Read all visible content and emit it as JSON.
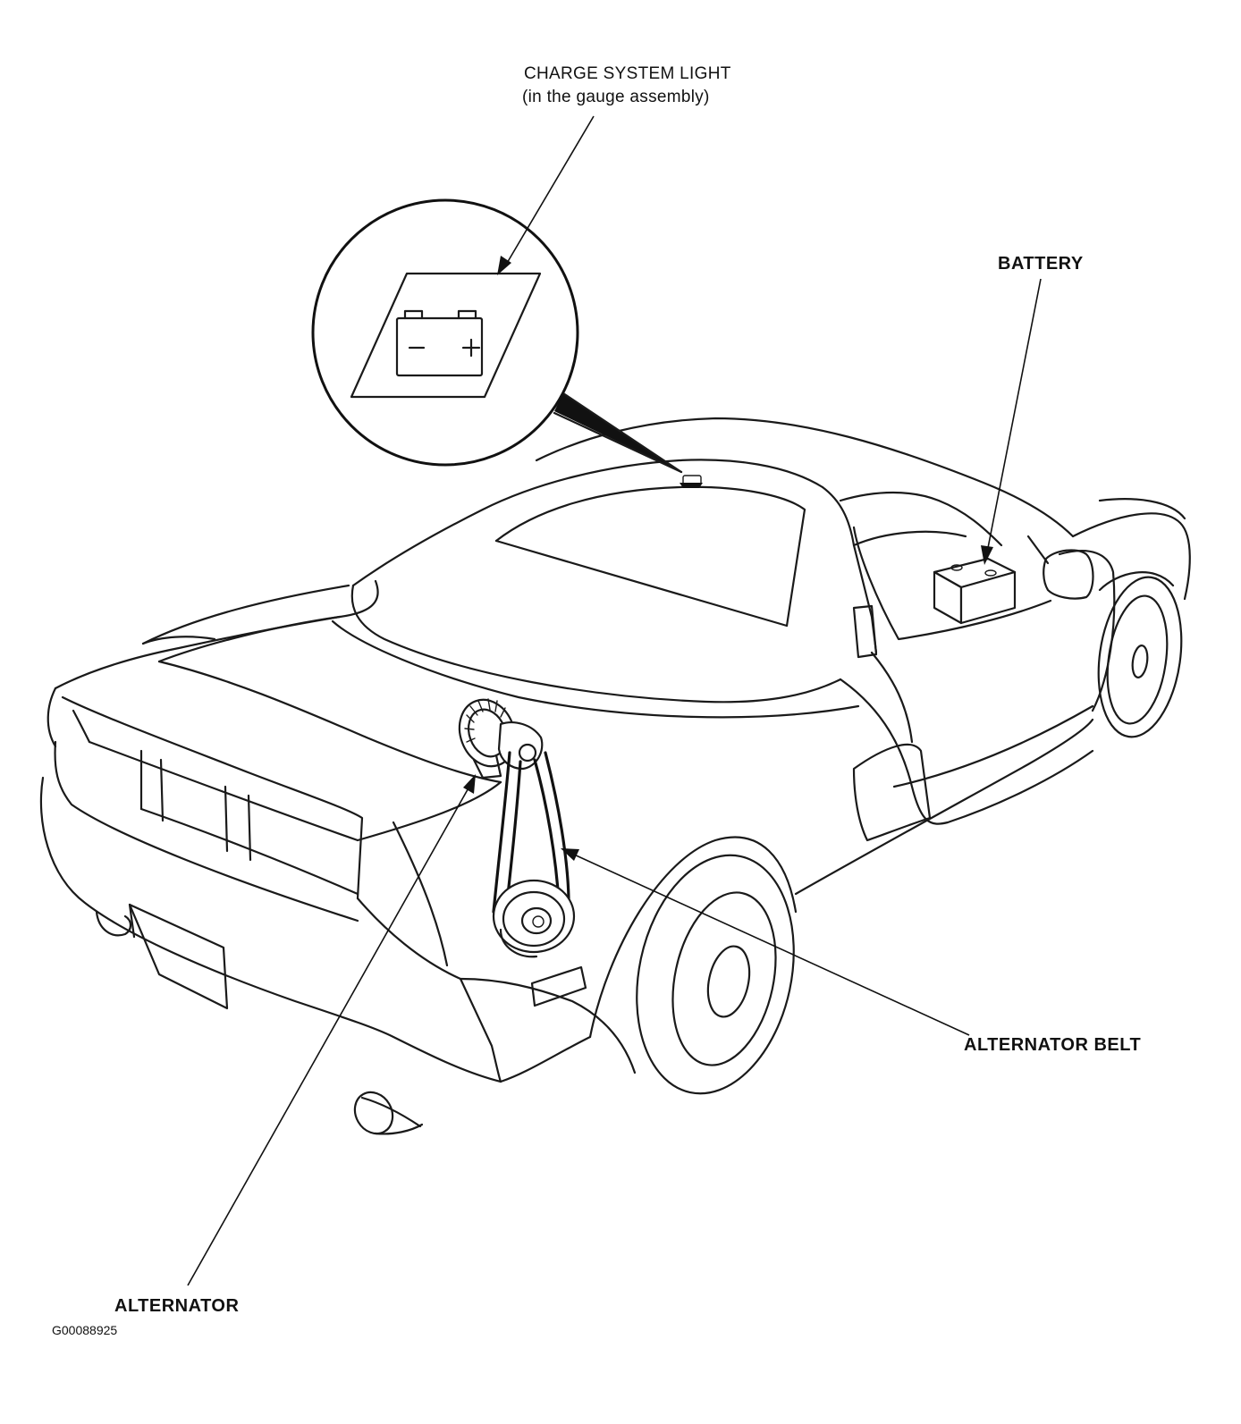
{
  "labels": {
    "charge_light_title": "CHARGE SYSTEM LIGHT",
    "charge_light_sub": "(in the gauge assembly)",
    "battery": "BATTERY",
    "alternator_belt": "ALTERNATOR BELT",
    "alternator": "ALTERNATOR",
    "figure_id": "G00088925"
  },
  "icons": {
    "charge_warning_symbol": "battery-icon",
    "battery_symbol_minus": "−",
    "battery_symbol_plus": "+"
  }
}
